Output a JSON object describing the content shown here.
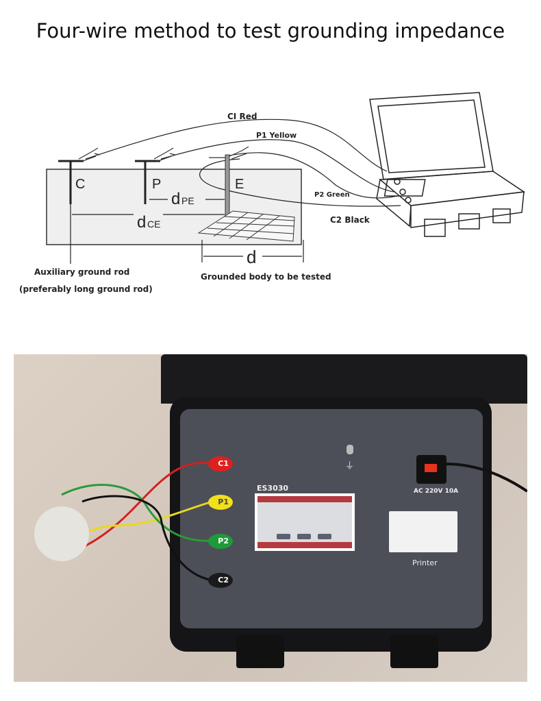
{
  "title": "Four-wire method to test grounding impedance",
  "diagram": {
    "wires": {
      "c1": "CI Red",
      "p1": "P1 Yellow",
      "p2": "P2 Green",
      "c2": "C2 Black"
    },
    "rods": {
      "c": "C",
      "p": "P",
      "e": "E"
    },
    "distances": {
      "d": "d",
      "pe_sub": "PE",
      "ce_sub": "CE"
    },
    "captions": {
      "aux_line1": "Auxiliary ground rod",
      "aux_line2": "(preferably long ground rod)",
      "grounded": "Grounded body to be tested"
    }
  },
  "photo": {
    "model": "ES3030",
    "power_label": "AC 220V 10A",
    "printer_label": "Printer",
    "terminals": [
      "C1",
      "P1",
      "P2",
      "C2"
    ],
    "colors": {
      "c1": "#e0201c",
      "p1": "#f2e01a",
      "p2": "#1f9a3a",
      "c2": "#1a1a1a"
    }
  }
}
